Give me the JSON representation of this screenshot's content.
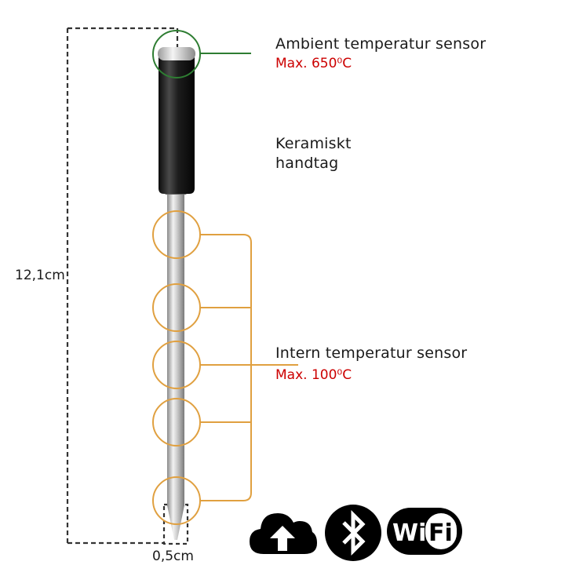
{
  "labels": {
    "ambient_title": "Ambient temperatur sensor",
    "ambient_max": "Max. 650⁰C",
    "handle_line1": "Keramiskt",
    "handle_line2": "handtag",
    "internal_title": "Intern temperatur sensor",
    "internal_max": "Max. 100⁰C",
    "length": "12,1cm",
    "diameter": "0,5cm"
  },
  "icons": [
    {
      "name": "cloud-upload-icon"
    },
    {
      "name": "bluetooth-icon"
    },
    {
      "name": "wifi-icon",
      "text": "Wi Fi"
    }
  ],
  "colors": {
    "ambient_marker": "#2e7d32",
    "internal_marker": "#e0a040",
    "max_text": "#cc0000",
    "dimension_line": "#333333"
  }
}
